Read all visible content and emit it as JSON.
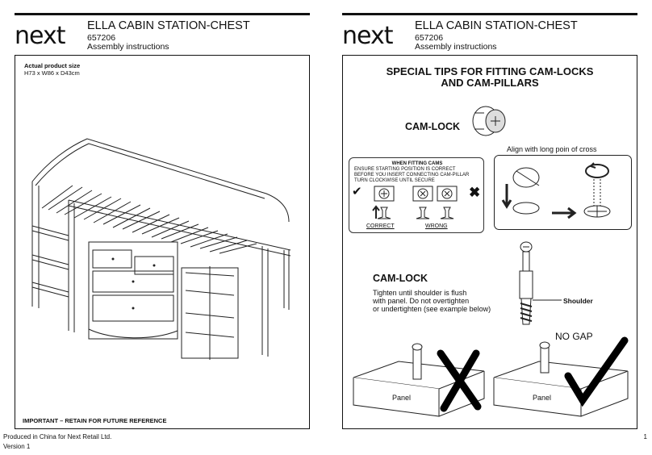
{
  "header": {
    "brand": "next",
    "title": "ELLA CABIN STATION-CHEST",
    "code": "657206",
    "subtitle": "Assembly instructions"
  },
  "left_page": {
    "size_label": "Actual product size",
    "size_value": "H73 x W86 x D43cm",
    "important": "IMPORTANT – RETAIN FOR FUTURE REFERENCE",
    "footer_line1": "Produced in China for Next Retail Ltd.",
    "footer_line2": "Version 1"
  },
  "right_page": {
    "tips_title_1": "SPECIAL TIPS FOR FITTING CAM-LOCKS",
    "tips_title_2": "AND CAM-PILLARS",
    "cam_lock_label": "CAM-LOCK",
    "align_note": "Align with long poin of cross",
    "cams_box": {
      "heading": "WHEN FITTING CAMS",
      "line1": "ENSURE STARTING POSITION IS CORRECT",
      "line2": "BEFORE YOU INSERT CONNECTING CAM-PILLAR",
      "line3": "TURN CLOCKWISE UNTIL SECURE",
      "correct": "CORRECT",
      "wrong": "WRONG"
    },
    "cam_lock_label_2": "CAM-LOCK",
    "tighten_1": "Tighten until shoulder is flush",
    "tighten_2": "with panel. Do not overtighten",
    "tighten_3": "or undertighten (see example below)",
    "shoulder": "Shoulder",
    "no_gap": "NO GAP",
    "panel_1": "Panel",
    "panel_2": "Panel",
    "page_number": "1"
  },
  "icons": [
    "check-icon",
    "cross-icon",
    "rotate-icon",
    "arrow-down-icon",
    "arrow-right-icon",
    "arrow-up-icon"
  ]
}
